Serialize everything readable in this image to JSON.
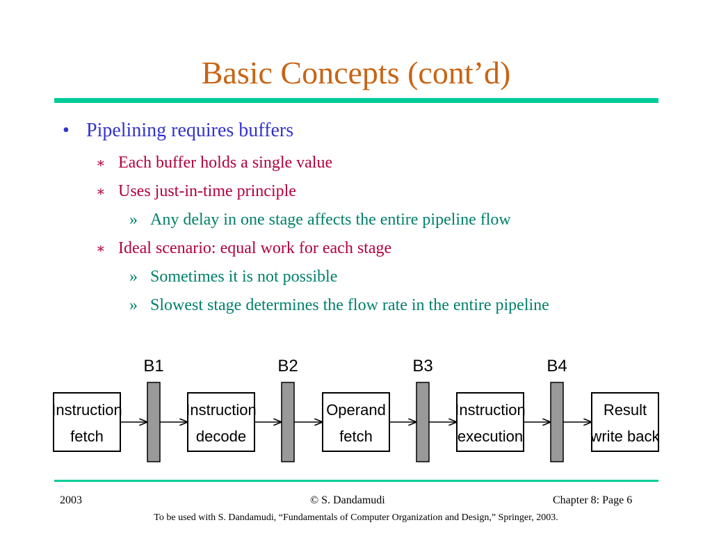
{
  "slide": {
    "title": "Basic Concepts (cont’d)"
  },
  "bullets": [
    {
      "level": 1,
      "marker": "•",
      "text": "Pipelining requires buffers"
    },
    {
      "level": 2,
      "marker": "∗",
      "text": "Each buffer holds a single value"
    },
    {
      "level": 2,
      "marker": "∗",
      "text": "Uses just-in-time principle"
    },
    {
      "level": 3,
      "marker": "»",
      "text": "Any delay in one stage affects the entire pipeline flow"
    },
    {
      "level": 2,
      "marker": "∗",
      "text": "Ideal scenario: equal work for each stage"
    },
    {
      "level": 3,
      "marker": "»",
      "text": "Sometimes it is not possible"
    },
    {
      "level": 3,
      "marker": "»",
      "text": "Slowest stage determines the flow rate in the entire pipeline"
    }
  ],
  "diagram": {
    "stages": [
      {
        "line1": "Instruction",
        "line2": "fetch"
      },
      {
        "line1": "Instruction",
        "line2": "decode"
      },
      {
        "line1": "Operand",
        "line2": "fetch"
      },
      {
        "line1": "Instruction",
        "line2": "execution"
      },
      {
        "line1": "Result",
        "line2": "write back"
      }
    ],
    "buffers": [
      "B1",
      "B2",
      "B3",
      "B4"
    ],
    "colors": {
      "buffer_fill": "#999999",
      "stroke": "#000000"
    }
  },
  "footer": {
    "year": "2003",
    "copyright": "© S. Dandamudi",
    "page": "Chapter 8: Page 6",
    "note": "To be used with S. Dandamudi, “Fundamentals of Computer Organization and Design,” Springer, 2003."
  },
  "colors": {
    "title": "#c86414",
    "rule": "#00cc99",
    "level1": "#3333cc",
    "level2": "#b3003b",
    "level3": "#00806b"
  }
}
